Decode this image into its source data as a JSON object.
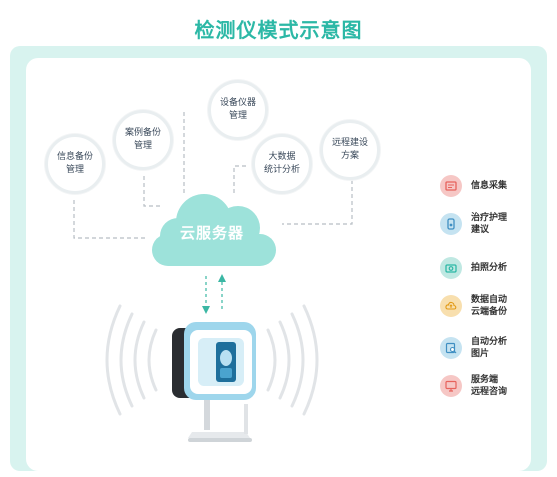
{
  "title": "检测仪模式示意图",
  "bubbles": [
    {
      "line1": "信息备份",
      "line2": "管理"
    },
    {
      "line1": "案例备份",
      "line2": "管理"
    },
    {
      "line1": "设备仪器",
      "line2": "管理"
    },
    {
      "line1": "大数据",
      "line2": "统计分析"
    },
    {
      "line1": "远程建设",
      "line2": "方案"
    }
  ],
  "cloud_label": "云服务器",
  "features": [
    {
      "line1": "信息采集",
      "line2": "",
      "icon": "info-collect-icon",
      "color": "#f6c7c5"
    },
    {
      "line1": "治疗护理",
      "line2": "建议",
      "icon": "care-advice-icon",
      "color": "#c5e3f1"
    },
    {
      "line1": "拍照分析",
      "line2": "",
      "icon": "camera-icon",
      "color": "#bfe8e2"
    },
    {
      "line1": "数据自动",
      "line2": "云端备份",
      "icon": "cloud-upload-icon",
      "color": "#f8dfae"
    },
    {
      "line1": "自动分析",
      "line2": "图片",
      "icon": "image-analysis-icon",
      "color": "#c5e3f1"
    },
    {
      "line1": "服务端",
      "line2": "远程咨询",
      "icon": "remote-consult-icon",
      "color": "#f6c7c5"
    }
  ],
  "colors": {
    "accent": "#2cb8a6",
    "cloud": "#9de2da",
    "background": "#d8f3ef"
  }
}
